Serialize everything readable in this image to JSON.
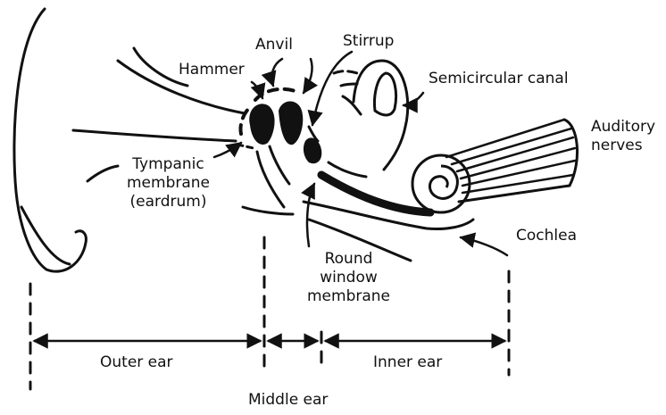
{
  "labels": {
    "anvil": "Anvil",
    "stirrup": "Stirrup",
    "hammer": "Hammer",
    "semicircular_canal": "Semicircular canal",
    "auditory_nerves": [
      "Auditory",
      "nerves"
    ],
    "tympanic_membrane": [
      "Tympanic",
      "membrane",
      "(eardrum)"
    ],
    "cochlea": "Cochlea",
    "round_window_membrane": [
      "Round",
      "window",
      "membrane"
    ],
    "outer_ear": "Outer ear",
    "inner_ear": "Inner ear",
    "middle_ear": "Middle ear"
  },
  "colors": {
    "ink": "#111111",
    "background": "#ffffff"
  }
}
